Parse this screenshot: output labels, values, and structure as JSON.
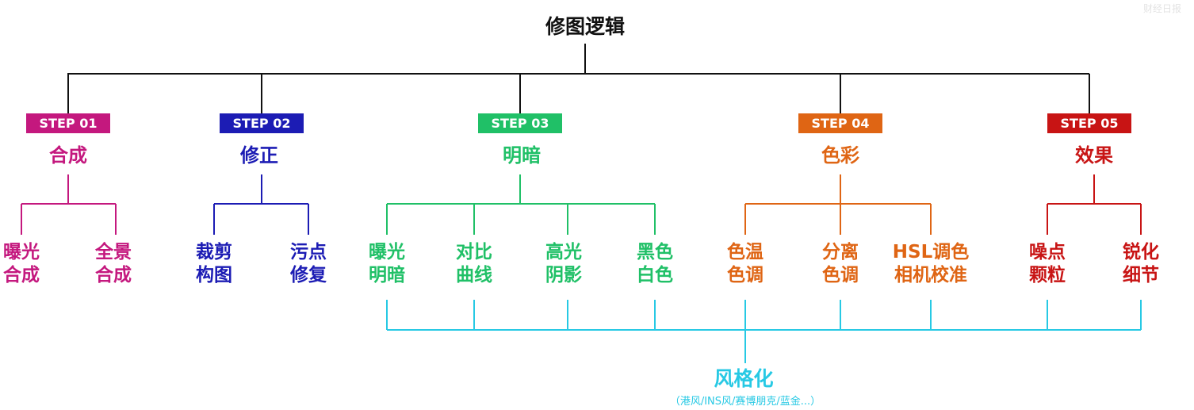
{
  "title": "修图逻辑",
  "colors": {
    "line": "#111111",
    "step1": "#c4187e",
    "step2": "#1c1cb4",
    "step3": "#20c067",
    "step4": "#df6514",
    "step5": "#c81414",
    "style": "#27c9e4"
  },
  "steps": [
    {
      "badge": "STEP 01",
      "name": "合成",
      "children": [
        {
          "line1": "曝光",
          "line2": "合成"
        },
        {
          "line1": "全景",
          "line2": "合成"
        }
      ]
    },
    {
      "badge": "STEP 02",
      "name": "修正",
      "children": [
        {
          "line1": "裁剪",
          "line2": "构图"
        },
        {
          "line1": "污点",
          "line2": "修复"
        }
      ]
    },
    {
      "badge": "STEP 03",
      "name": "明暗",
      "children": [
        {
          "line1": "曝光",
          "line2": "明暗"
        },
        {
          "line1": "对比",
          "line2": "曲线"
        },
        {
          "line1": "高光",
          "line2": "阴影"
        },
        {
          "line1": "黑色",
          "line2": "白色"
        }
      ]
    },
    {
      "badge": "STEP 04",
      "name": "色彩",
      "children": [
        {
          "line1": "色温",
          "line2": "色调"
        },
        {
          "line1": "分离",
          "line2": "色调"
        },
        {
          "line1": "HSL调色",
          "line2": "相机校准"
        }
      ]
    },
    {
      "badge": "STEP 05",
      "name": "效果",
      "children": [
        {
          "line1": "噪点",
          "line2": "颗粒"
        },
        {
          "line1": "锐化",
          "line2": "细节"
        }
      ]
    }
  ],
  "style_node": {
    "label": "风格化",
    "sub": "（港风/INS风/赛博朋克/蓝金...）"
  },
  "watermark": "财经日报"
}
